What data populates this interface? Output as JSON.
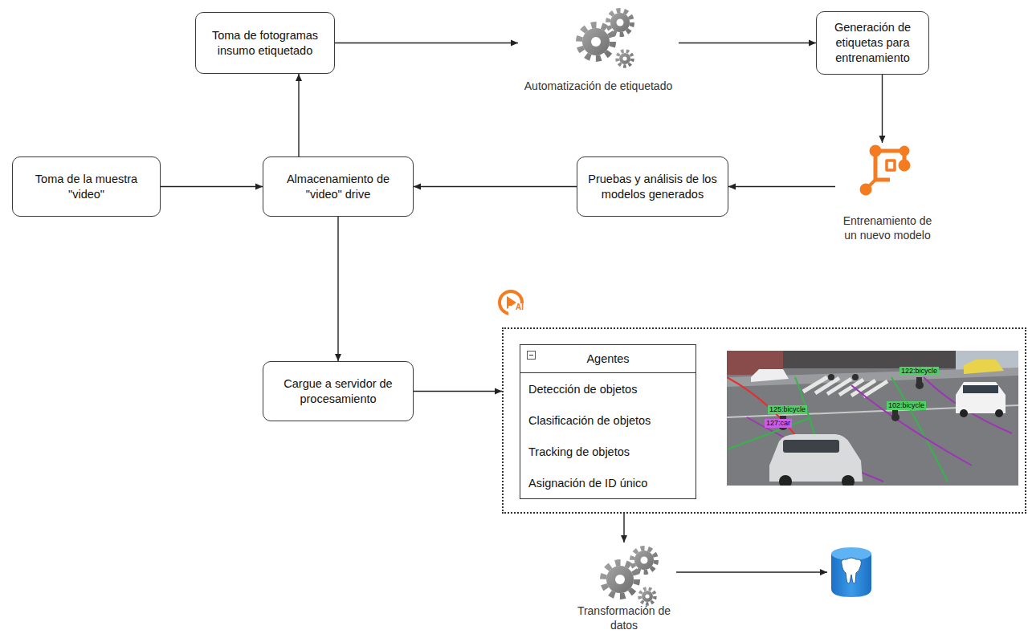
{
  "diagram": {
    "nodes": [
      {
        "text": [
          "Toma de fotogramas insumo etiquetado"
        ]
      },
      {
        "text": [
          "Automatización de etiquetado"
        ]
      },
      {
        "text": [
          "Generación de etiquetas para entrenamiento"
        ]
      },
      {
        "text": [
          "Toma de la muestra \"video\""
        ]
      },
      {
        "text": [
          "Almacenamiento de \"video\" drive"
        ]
      },
      {
        "text": [
          "Pruebas y análisis de los modelos generados"
        ]
      },
      {
        "text": [
          "Entrenamiento de un nuevo modelo"
        ]
      },
      {
        "text": [
          "Cargue a servidor de procesamiento"
        ]
      },
      {
        "text": [
          "AI"
        ]
      },
      {
        "text": [
          "Agentes",
          "Detección de objetos",
          "Clasificación de objetos",
          "Tracking de objetos",
          "Asignación de ID único"
        ],
        "in": 8
      },
      {
        "text": [
          "Transformación de datos"
        ]
      },
      {
        "text": []
      }
    ],
    "edges": [
      {
        "from": 3,
        "to": 4,
        "arrow": "to"
      },
      {
        "from": 4,
        "to": 0,
        "arrow": "to"
      },
      {
        "from": 0,
        "to": 1,
        "arrow": "to"
      },
      {
        "from": 1,
        "to": 2,
        "arrow": "to"
      },
      {
        "from": 2,
        "to": 6,
        "arrow": "to"
      },
      {
        "from": 6,
        "to": 5,
        "arrow": "to"
      },
      {
        "from": 5,
        "to": 4,
        "arrow": "to"
      },
      {
        "from": 4,
        "to": 7,
        "arrow": "to"
      },
      {
        "from": 7,
        "to": 8,
        "arrow": "to"
      },
      {
        "from": 8,
        "to": 10,
        "arrow": "to"
      },
      {
        "from": 10,
        "to": 11,
        "arrow": "to"
      }
    ],
    "labels": [
      "122:bicycle",
      "102:bicycle",
      "125:bicycle",
      "127:car"
    ]
  }
}
